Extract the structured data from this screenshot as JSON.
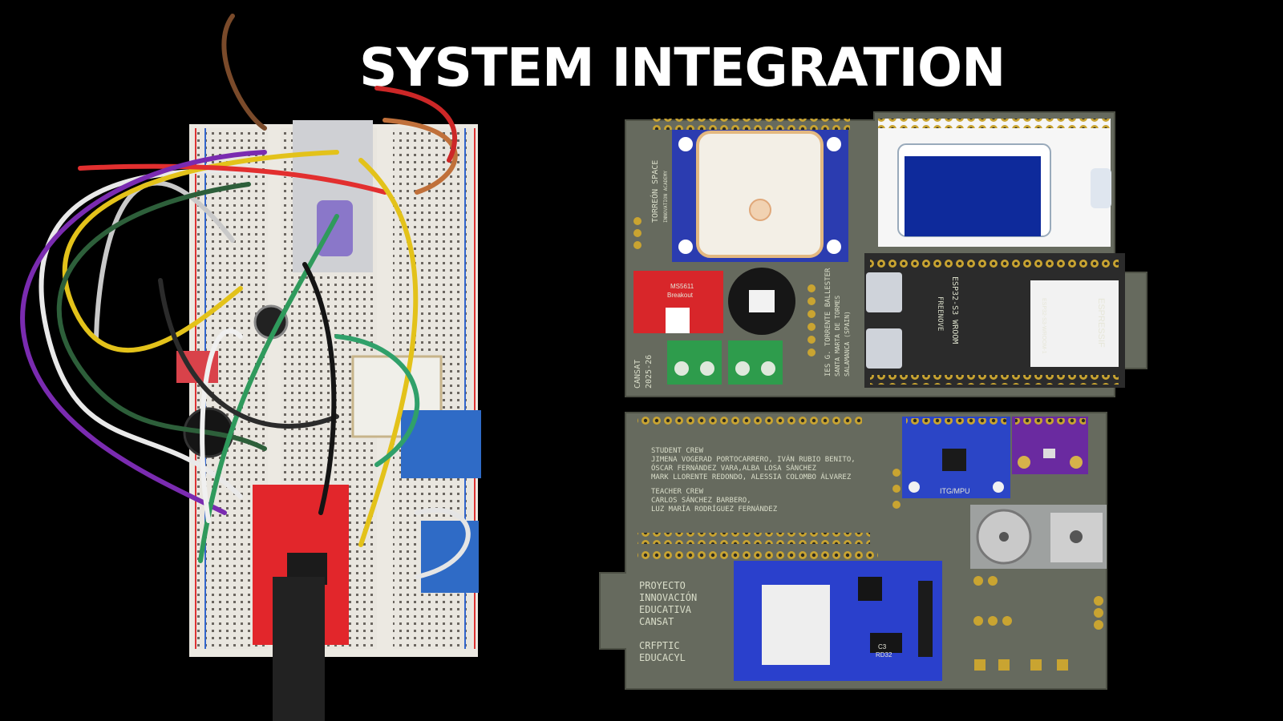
{
  "title": "SYSTEM INTEGRATION",
  "top_board": {
    "side_label": "TORREÓN SPACE",
    "side_sub": "INNOVATION ACADEMY",
    "cansat_label": "CANSAT",
    "year_label": "2025-26",
    "school_label": "IES G. TORRENTE BALLESTER",
    "school_sub1": "SANTA MARTA DE TORMES",
    "school_sub2": "SALAMANCA (SPAIN)",
    "module_label": "ESP32-S3 WROOM",
    "module_sub": "FREENOVE",
    "espressif_label": "ESPRESSIF",
    "espressif_sub": "ESP32-S3-WROOM-1",
    "sensor_label": "MS5611",
    "sensor_sub": "Breakout"
  },
  "bottom_board": {
    "student_heading": "STUDENT CREW",
    "student_lines": [
      "JIMENA VOGERAD PORTOCARRERO, IVÁN RUBIO BENITO,",
      "ÓSCAR FERNÁNDEZ VARA,ALBA LOSA SÁNCHEZ",
      "MARK LLORENTE REDONDO, ALESSIA COLOMBO ÁLVAREZ"
    ],
    "teacher_heading": "TEACHER CREW",
    "teacher_lines": [
      "CARLOS SÁNCHEZ BARBERO,",
      "LUZ MARÍA RODRÍGUEZ FERNÁNDEZ"
    ],
    "project_lines": [
      "PROYECTO",
      "INNOVACIÓN",
      "EDUCATIVA",
      "CANSAT"
    ],
    "org_lines": [
      "CRFPTIC",
      "EDUCACYL"
    ],
    "imu_label": "ITG/MPU",
    "reg_label": "C3",
    "reg_sub": "RD32"
  }
}
